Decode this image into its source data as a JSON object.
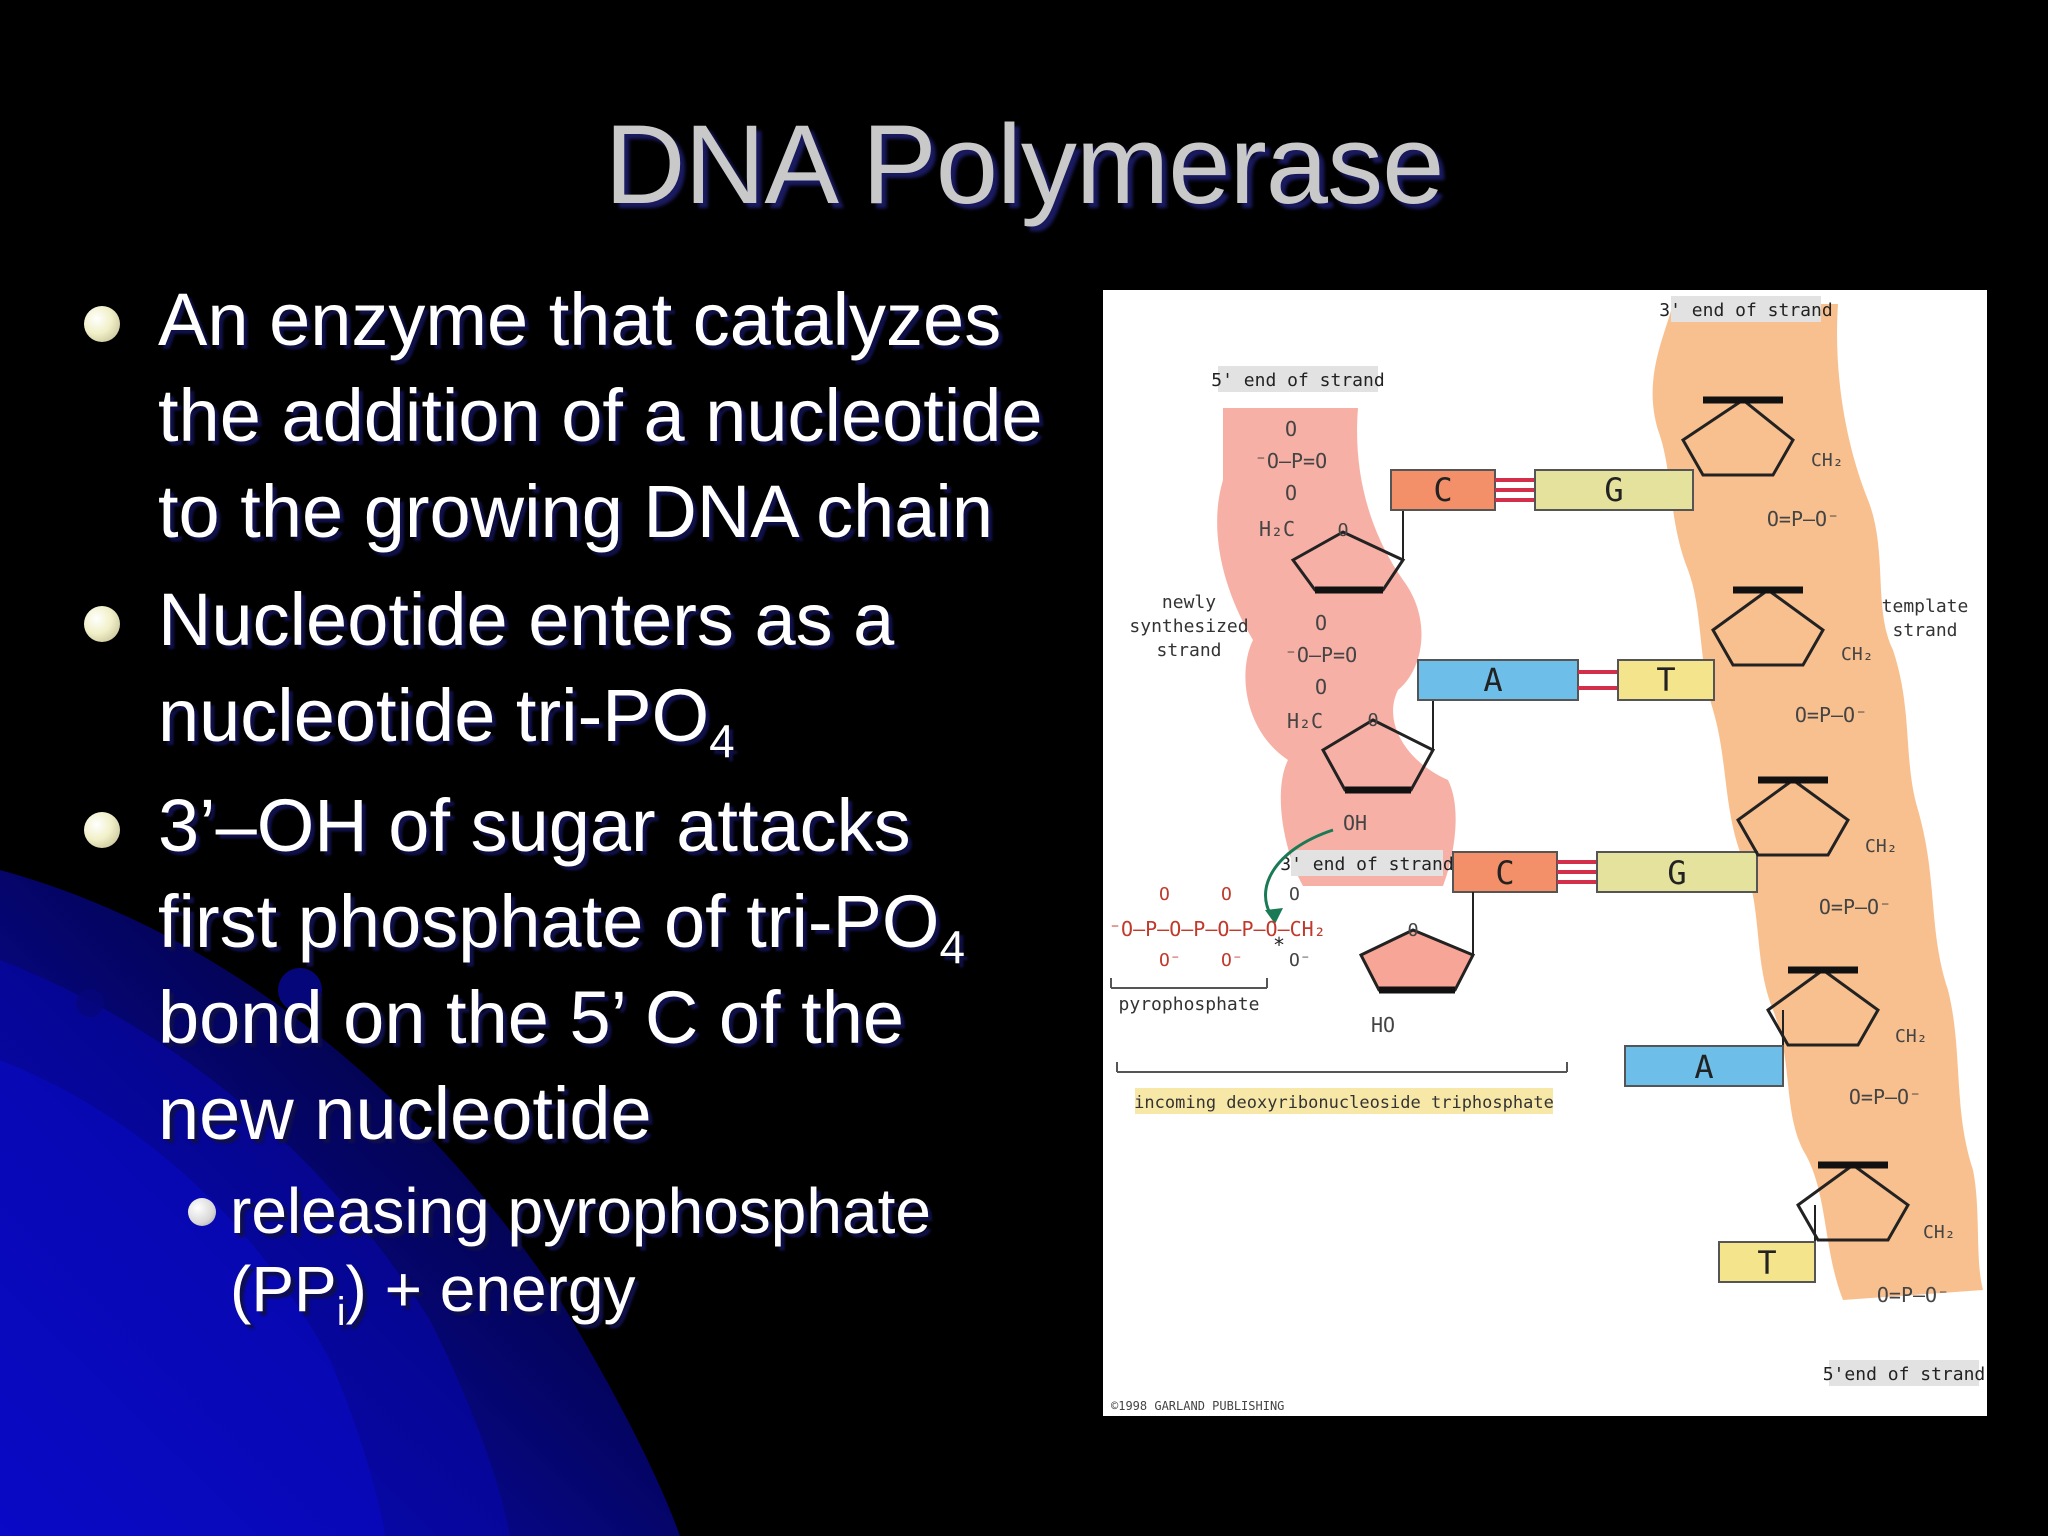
{
  "slide": {
    "title": "DNA Polymerase",
    "bullets": [
      {
        "text": "An enzyme that catalyzes the addition of a nucleotide to the growing DNA chain"
      },
      {
        "text_a": "Nucleotide enters as a nucleotide tri-PO",
        "sub_a": "4"
      },
      {
        "text_a": "3’–OH of sugar attacks first phosphate of tri-PO",
        "sub_a": "4",
        "text_b": " bond on the 5’ C of the new nucleotide"
      }
    ],
    "sub_bullet": {
      "text_a": "releasing pyrophosphate (PP",
      "sub_a": "i",
      "text_b": ") + energy"
    }
  },
  "figure": {
    "labels": {
      "top_right": "3' end of strand",
      "top_left": "5' end of strand",
      "newly": "newly",
      "synthesized": "synthesized",
      "strand_left": "strand",
      "template": "template",
      "strand_right": "strand",
      "mid_left": "3' end of strand",
      "pyrophosphate": "pyrophosphate",
      "incoming": "incoming deoxyribonucleoside triphosphate",
      "bottom_right": "5'end of strand",
      "copyright": "©1998 GARLAND PUBLISHING"
    },
    "bases": {
      "pair1_left": "C",
      "pair1_right": "G",
      "pair2_left": "A",
      "pair2_right": "T",
      "pair3_left": "C",
      "pair3_right": "G",
      "unpaired4": "A",
      "unpaired5": "T"
    },
    "chem": {
      "O": "O",
      "OH": "OH",
      "HO": "HO",
      "star": "*",
      "phos_left": "⁻O–P=O",
      "phos_right": "O=P–O⁻",
      "H2C": "H₂C",
      "CH2": "CH₂",
      "tri_chain": "⁻O–P–O–P–O–P–O–CH₂",
      "O_minus": "O⁻"
    },
    "colors": {
      "new_strand": "#f7b0a6",
      "template_strand": "#f9c08f",
      "C": "#f39069",
      "G": "#e4e29c",
      "A": "#6dbfe9",
      "T": "#f4e58c",
      "bond": "#d32f4a",
      "label_bg": "#e2e2e2",
      "incoming_bg": "#f8e8a8"
    }
  }
}
